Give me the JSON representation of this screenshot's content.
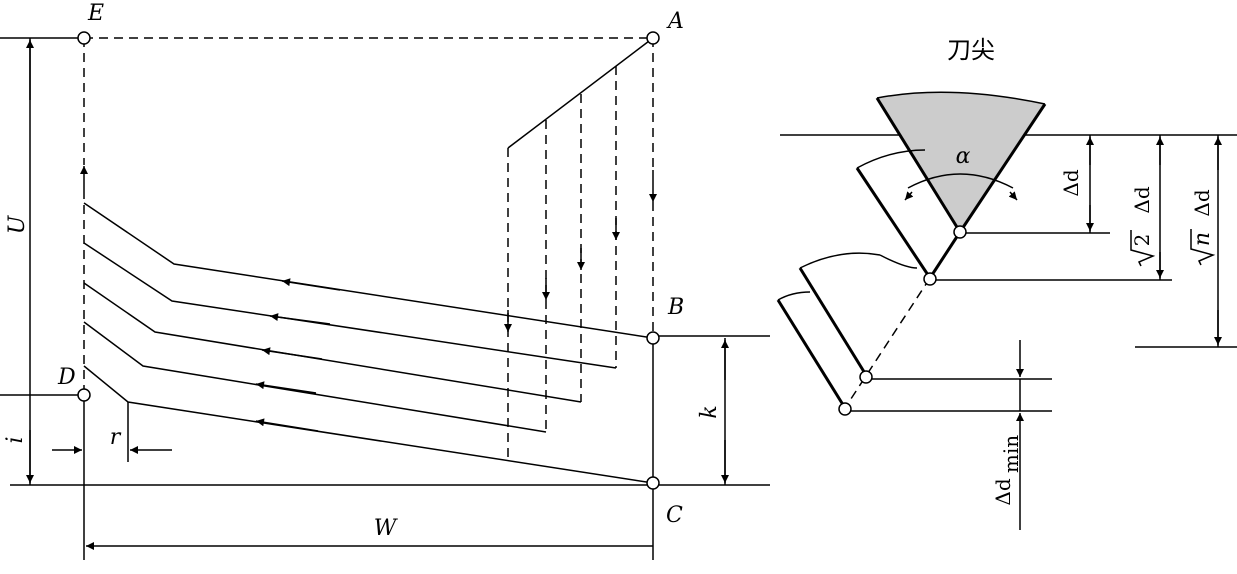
{
  "points": {
    "A": "A",
    "B": "B",
    "C": "C",
    "D": "D",
    "E": "E"
  },
  "dimensions": {
    "U": "U",
    "W": "W",
    "k": "k",
    "i": "i",
    "r": "r"
  },
  "tool": {
    "caption": "刀尖",
    "angle": "α",
    "delta": "Δd",
    "sqrt2_coef": "2",
    "sqrt2_delta": "Δd",
    "sqrtn_coef": "n",
    "sqrtn_delta": "Δd",
    "dmin_main": "Δd",
    "dmin_sub": "min"
  }
}
